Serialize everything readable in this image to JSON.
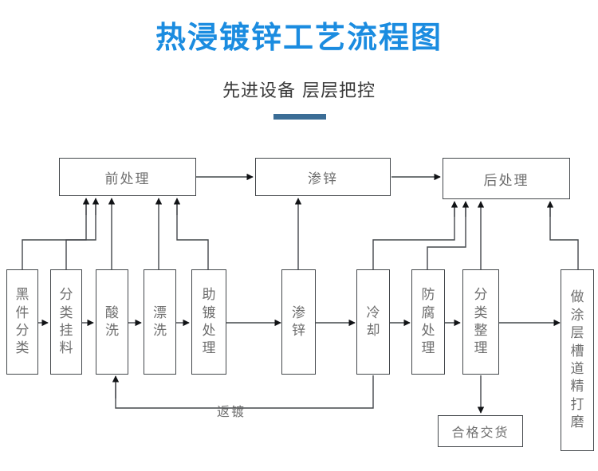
{
  "header": {
    "title": "热浸镀锌工艺流程图",
    "subtitle": "先进设备 层层把控",
    "title_color": "#1b8ce0",
    "subtitle_color": "#3a3a3a",
    "rule_color": "#3b6d96"
  },
  "diagram": {
    "line_color": "#44484c",
    "box_text_color": "#6e6e6e",
    "stage_boxes": [
      {
        "id": "pretreatment",
        "label": "前处理"
      },
      {
        "id": "galvanizing",
        "label": "渗锌"
      },
      {
        "id": "posttreatment",
        "label": "后处理"
      }
    ],
    "process_boxes": [
      {
        "id": "sorting",
        "label": "黑件分类"
      },
      {
        "id": "hanging",
        "label": "分类挂料"
      },
      {
        "id": "pickling",
        "label": "酸洗"
      },
      {
        "id": "rinsing",
        "label": "漂洗"
      },
      {
        "id": "fluxing",
        "label": "助镀处理"
      },
      {
        "id": "zincing",
        "label": "渗锌"
      },
      {
        "id": "cooling",
        "label": "冷却"
      },
      {
        "id": "anticorrosion",
        "label": "防腐处理"
      },
      {
        "id": "classify-finish",
        "label": "分类整理"
      },
      {
        "id": "coating-grind",
        "label": "做涂层槽道精打磨"
      }
    ],
    "output_box": {
      "id": "delivery",
      "label": "合格交货"
    },
    "wire_labels": [
      {
        "id": "rework",
        "label": "返镀"
      }
    ]
  }
}
